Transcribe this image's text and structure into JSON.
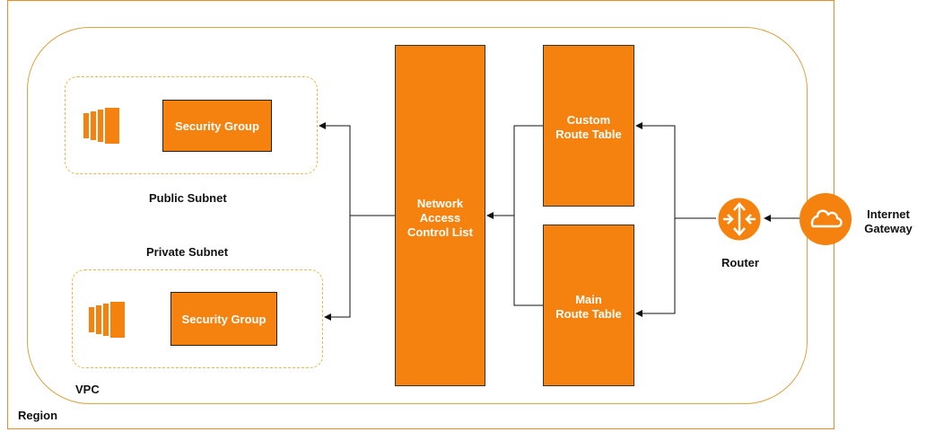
{
  "region": {
    "label": "Region"
  },
  "vpc": {
    "label": "VPC"
  },
  "public_subnet": {
    "label": "Public Subnet",
    "security_group": "Security Group"
  },
  "private_subnet": {
    "label": "Private Subnet",
    "security_group": "Security Group"
  },
  "nacl": {
    "line1": "Network",
    "line2": "Access",
    "line3": "Control List"
  },
  "custom_route_table": {
    "line1": "Custom",
    "line2": "Route Table"
  },
  "main_route_table": {
    "line1": "Main",
    "line2": "Route Table"
  },
  "router": {
    "label": "Router"
  },
  "internet_gateway": {
    "line1": "Internet",
    "line2": "Gateway"
  },
  "colors": {
    "accent": "#F5820E",
    "border": "#D9A441",
    "line": "#111111"
  },
  "icons": {
    "instance": "ec2-instance-icon",
    "router": "router-icon",
    "gateway": "cloud-icon"
  }
}
